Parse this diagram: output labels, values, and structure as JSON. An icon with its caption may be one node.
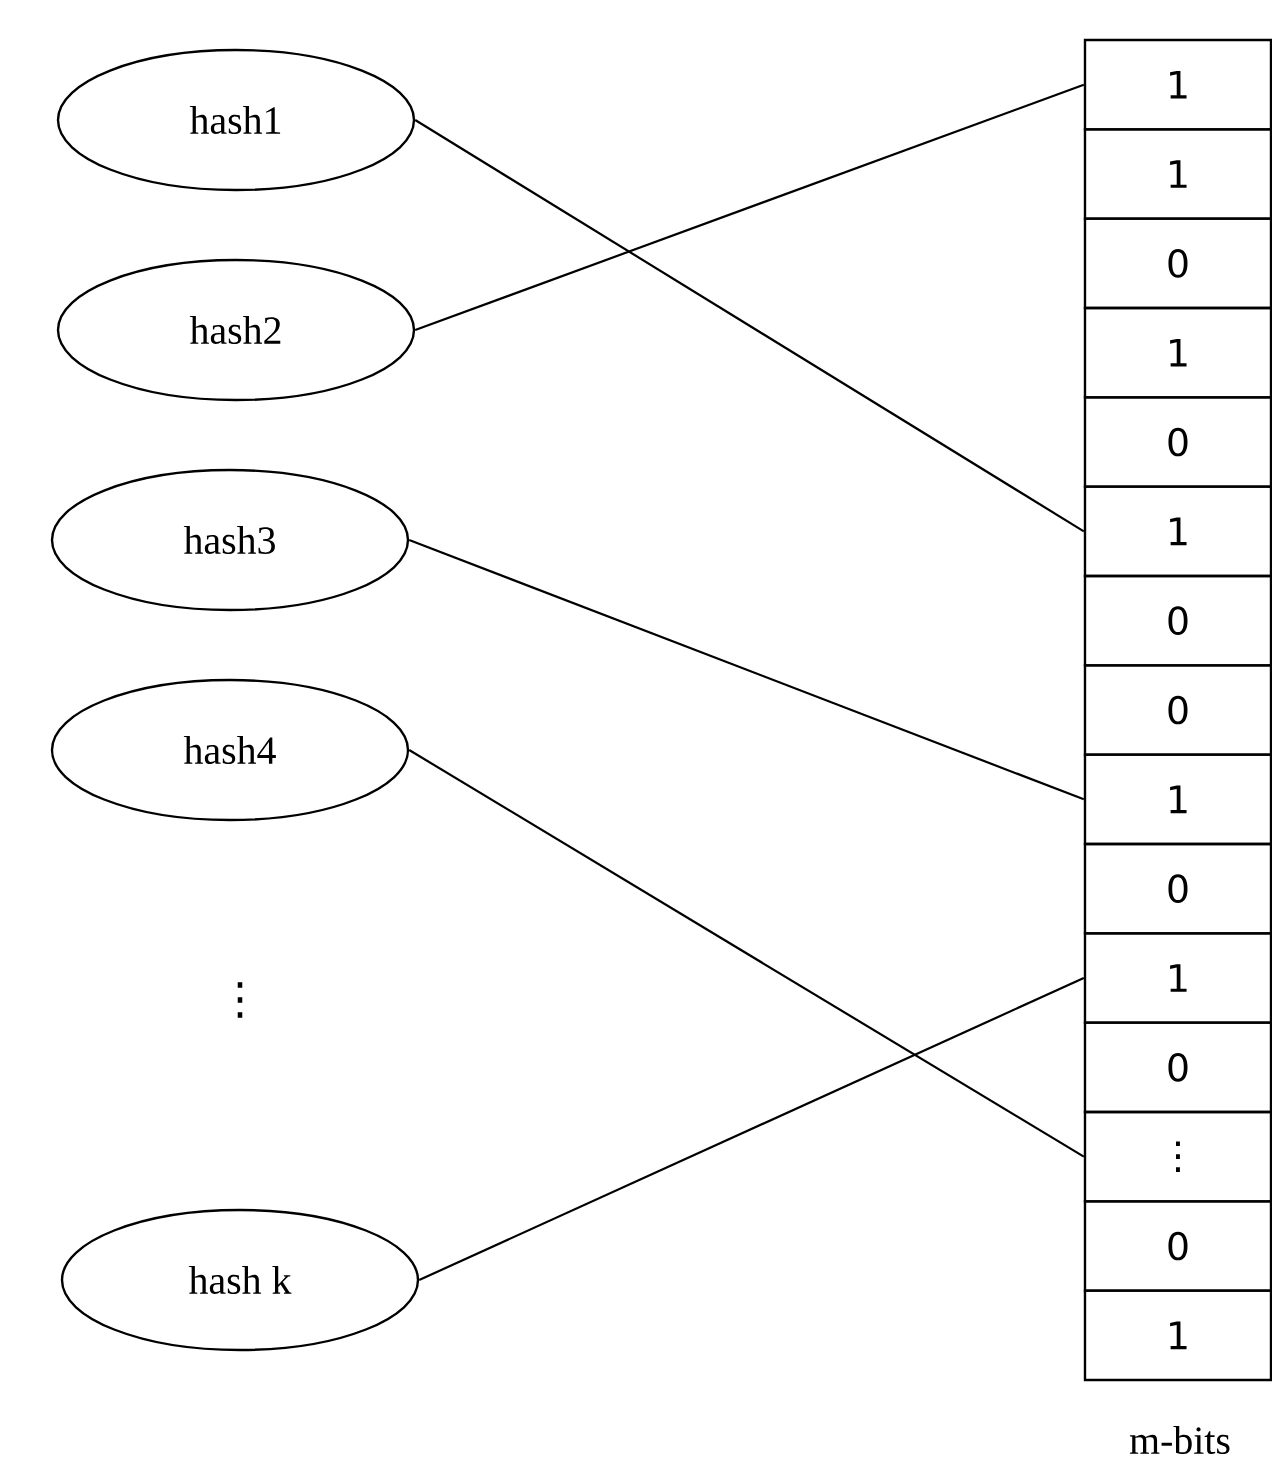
{
  "diagram": {
    "nodes": [
      {
        "text": [
          "hash1"
        ]
      },
      {
        "text": [
          "hash2"
        ]
      },
      {
        "text": [
          "hash3"
        ]
      },
      {
        "text": [
          "hash4"
        ]
      },
      {
        "text": [
          "hash k"
        ]
      },
      {
        "text": [
          "1"
        ]
      },
      {
        "text": [
          "1"
        ]
      },
      {
        "text": [
          "0"
        ]
      },
      {
        "text": [
          "1"
        ]
      },
      {
        "text": [
          "0"
        ]
      },
      {
        "text": [
          "1"
        ]
      },
      {
        "text": [
          "0"
        ]
      },
      {
        "text": [
          "0"
        ]
      },
      {
        "text": [
          "1"
        ]
      },
      {
        "text": [
          "0"
        ]
      },
      {
        "text": [
          "1"
        ]
      },
      {
        "text": [
          "0"
        ]
      },
      {
        "text": [
          "⋮"
        ]
      },
      {
        "text": [
          "0"
        ]
      },
      {
        "text": [
          "1"
        ]
      }
    ],
    "edges": [
      {
        "from": 0,
        "to": 10,
        "arrow": "none"
      },
      {
        "from": 1,
        "to": 5,
        "arrow": "none"
      },
      {
        "from": 2,
        "to": 13,
        "arrow": "none"
      },
      {
        "from": 3,
        "to": 17,
        "arrow": "none"
      },
      {
        "from": 4,
        "to": 15,
        "arrow": "none"
      }
    ],
    "labels": [
      "⋮",
      "m-bits"
    ]
  }
}
